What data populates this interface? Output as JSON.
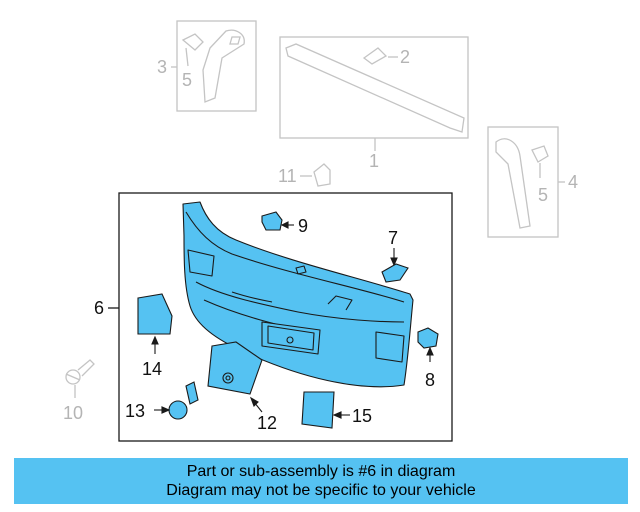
{
  "diagram": {
    "colors": {
      "part_fill": "#55c2f2",
      "outline": "#1a1a1a",
      "faded": "#c4c4c4",
      "banner": "#55c2f2"
    },
    "callouts": {
      "c1": "1",
      "c2": "2",
      "c3": "3",
      "c4": "4",
      "c5a": "5",
      "c5b": "5",
      "c6": "6",
      "c7": "7",
      "c8": "8",
      "c9": "9",
      "c10": "10",
      "c11": "11",
      "c12": "12",
      "c13": "13",
      "c14": "14",
      "c15": "15"
    }
  },
  "banner": {
    "line1": "Part or sub-assembly is #6 in diagram",
    "line2": "Diagram may not be specific to your vehicle"
  }
}
